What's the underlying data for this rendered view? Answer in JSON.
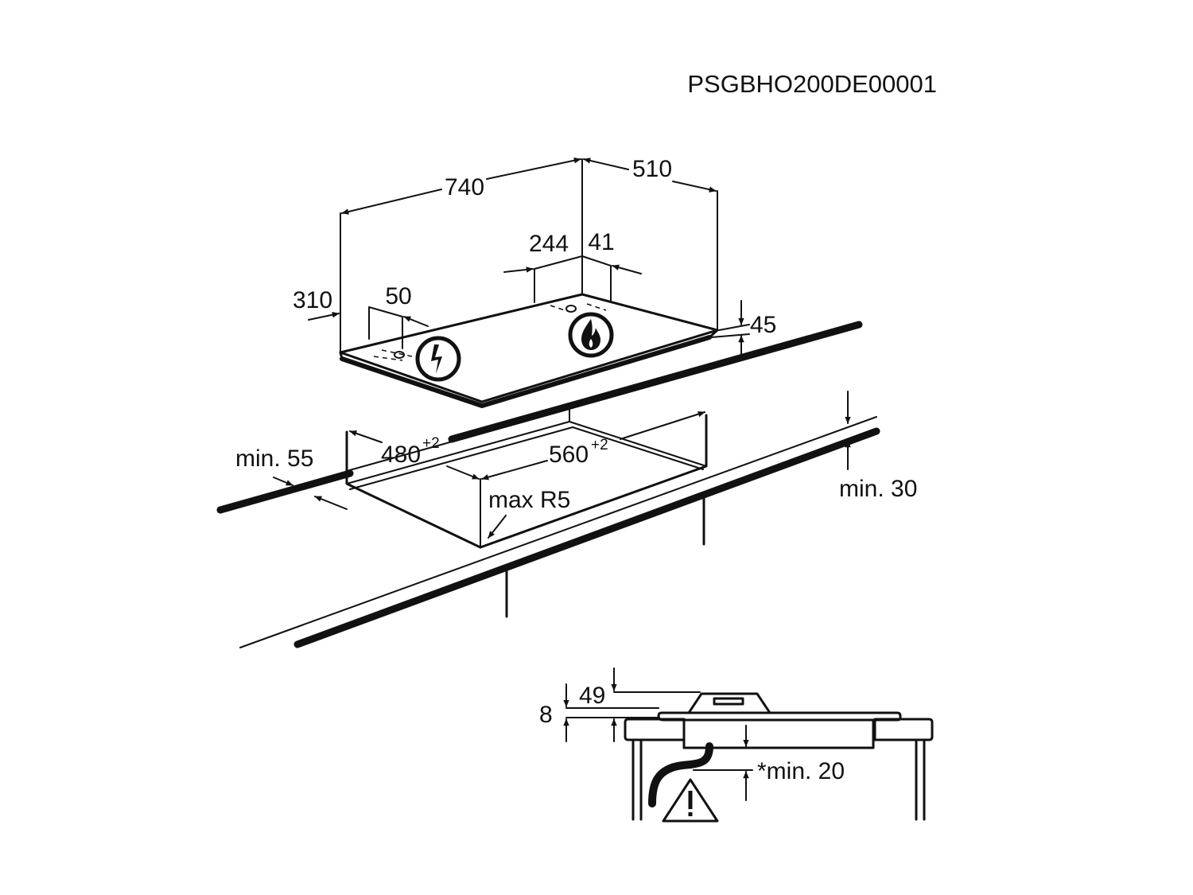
{
  "drawing_code": "PSGBHO200DE00001",
  "hob": {
    "width": "740",
    "depth": "510",
    "gas_inlet_offset": "244",
    "gas_inlet_depth": "41",
    "electric_inlet_offset": "310",
    "electric_inlet_depth": "50",
    "height": "45"
  },
  "cutout": {
    "depth": "480",
    "depth_tolerance": "+2",
    "width": "560",
    "width_tolerance": "+2",
    "corner_radius": "max R5",
    "front_clearance": "min. 55",
    "worktop_thickness": "min. 30"
  },
  "section": {
    "total_height": "49",
    "top_height": "8",
    "clearance_below": "*min. 20"
  },
  "icons": [
    "electric-connection-icon",
    "gas-connection-icon",
    "warning-icon"
  ]
}
